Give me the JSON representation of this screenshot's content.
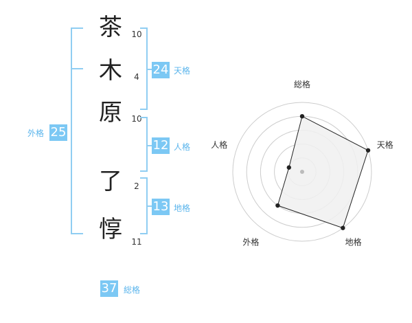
{
  "characters": [
    {
      "char": "茶",
      "strokes": "10"
    },
    {
      "char": "木",
      "strokes": "4"
    },
    {
      "char": "原",
      "strokes": "10"
    },
    {
      "char": "了",
      "strokes": "2"
    },
    {
      "char": "惇",
      "strokes": "11"
    }
  ],
  "fortune": {
    "tenkaku": {
      "value": "24",
      "label": "天格"
    },
    "jinkaku": {
      "value": "12",
      "label": "人格"
    },
    "chikaku": {
      "value": "13",
      "label": "地格"
    },
    "gaikaku": {
      "value": "25",
      "label": "外格"
    },
    "soukaku": {
      "value": "37",
      "label": "総格"
    }
  },
  "chart_data": {
    "type": "radar",
    "axes": [
      "総格",
      "天格",
      "地格",
      "外格",
      "人格"
    ],
    "values": [
      4,
      5,
      5,
      3,
      1
    ],
    "max": 5,
    "rings": 4,
    "colors": {
      "fill": "#f0f0f0",
      "line": "#222222",
      "grid": "#cccccc",
      "center": "#bbbbbb"
    }
  }
}
